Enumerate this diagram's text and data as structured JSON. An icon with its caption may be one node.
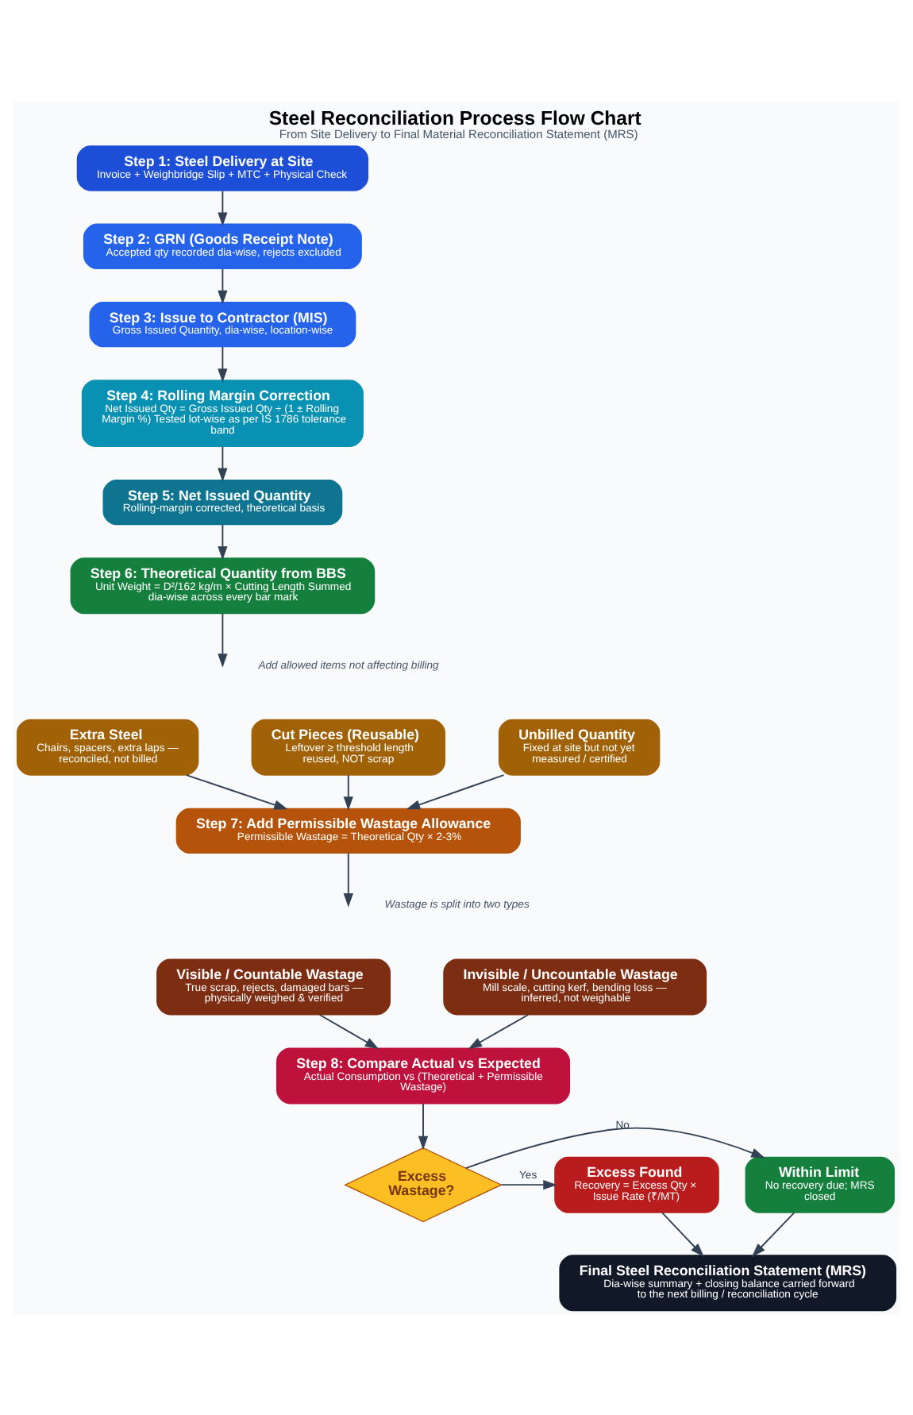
{
  "diagram": {
    "title": "Steel Reconciliation Process Flow Chart",
    "caption": "From Site Delivery to Final Material Reconciliation Statement (MRS)",
    "nodes": [
      {
        "text": [
          "Step 1: Steel Delivery at Site",
          "Invoice + Weighbridge Slip + MTC + Physical Check"
        ]
      },
      {
        "text": [
          "Step 2: GRN (Goods Receipt Note)",
          "Accepted qty recorded dia-wise, rejects excluded"
        ]
      },
      {
        "text": [
          "Step 3: Issue to Contractor (MIS)",
          "Gross Issued Quantity, dia-wise, location-wise"
        ]
      },
      {
        "text": [
          "Step 4: Rolling Margin Correction",
          "Net Issued Qty = Gross Issued Qty ÷ (1 ± Rolling Margin %) Tested lot-wise as per IS 1786 tolerance band"
        ]
      },
      {
        "text": [
          "Step 5: Net Issued Quantity",
          "Rolling-margin corrected, theoretical basis"
        ]
      },
      {
        "text": [
          "Step 6: Theoretical Quantity from BBS",
          "Unit Weight = D²/162 kg/m × Cutting Length Summed dia-wise across every bar mark"
        ]
      },
      {
        "text": [
          "Extra Steel",
          "Chairs, spacers, extra laps — reconciled, not billed"
        ]
      },
      {
        "text": [
          "Cut Pieces (Reusable)",
          "Leftover ≥ threshold length reused, NOT scrap"
        ]
      },
      {
        "text": [
          "Unbilled Quantity",
          "Fixed at site but not yet measured / certified"
        ]
      },
      {
        "text": [
          "Step 7: Add Permissible Wastage Allowance",
          "Permissible Wastage = Theoretical Qty × 2-3%"
        ]
      },
      {
        "text": [
          "Visible / Countable Wastage",
          "True scrap, rejects, damaged bars — physically weighed & verified"
        ]
      },
      {
        "text": [
          "Invisible / Uncountable Wastage",
          "Mill scale, cutting kerf, bending loss — inferred, not weighable"
        ]
      },
      {
        "text": [
          "Step 8: Compare Actual vs Expected",
          "Actual Consumption vs (Theoretical + Permissible Wastage)"
        ]
      },
      {
        "text": [
          "Within Limit",
          "No recovery due; MRS closed"
        ]
      },
      {
        "text": [
          "Excess Wastage?"
        ]
      },
      {
        "text": [
          "Excess Found",
          "Recovery = Excess Qty × Issue Rate (₹/MT)"
        ]
      },
      {
        "text": [
          "Final Steel Reconciliation Statement (MRS)",
          "Dia-wise summary + closing balance carried forward to the next billing / reconciliation cycle"
        ]
      }
    ],
    "edges": [
      {
        "from": 0,
        "to": 1,
        "arrow": "to"
      },
      {
        "from": 1,
        "to": 2,
        "arrow": "to"
      },
      {
        "from": 2,
        "to": 3,
        "arrow": "to"
      },
      {
        "from": 3,
        "to": 4,
        "arrow": "to"
      },
      {
        "from": 4,
        "to": 5,
        "arrow": "to"
      },
      {
        "from": 5,
        "to": null,
        "arrow": "to"
      },
      {
        "from": 6,
        "to": 9,
        "arrow": "to"
      },
      {
        "from": 7,
        "to": 9,
        "arrow": "to"
      },
      {
        "from": 8,
        "to": 9,
        "arrow": "to"
      },
      {
        "from": 9,
        "to": null,
        "arrow": "to"
      },
      {
        "from": 10,
        "to": 12,
        "arrow": "to"
      },
      {
        "from": 11,
        "to": 12,
        "arrow": "to"
      },
      {
        "from": 12,
        "to": 14,
        "arrow": "to"
      },
      {
        "from": 14,
        "to": 13,
        "arrow": "to",
        "label": "No"
      },
      {
        "from": 14,
        "to": 15,
        "arrow": "to",
        "label": "Yes"
      },
      {
        "from": 13,
        "to": 16,
        "arrow": "to"
      },
      {
        "from": 15,
        "to": 16,
        "arrow": "to"
      }
    ],
    "labels": [
      "Add allowed items not affecting billing",
      "Wastage is split into two types"
    ]
  }
}
